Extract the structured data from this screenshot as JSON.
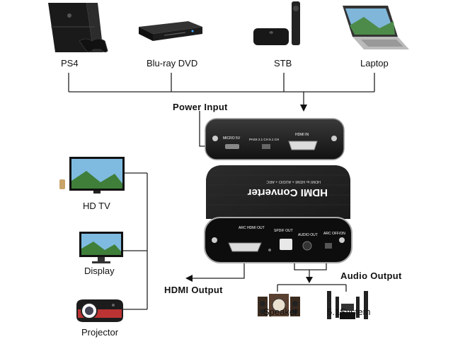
{
  "sources": [
    "PS4",
    "Blu-ray DVD",
    "STB",
    "Laptop"
  ],
  "power_input": "Power Input",
  "back_panel": {
    "micro": "MICRO 5V",
    "pass": "PASS 2.1 CH 5.1 CH",
    "hdmi_in": "HDMI IN"
  },
  "front_panel": {
    "title": "HDMI Converter",
    "subtitle": "HDMI to HDMI + AUDIO + ARC",
    "arc_hdmi_out": "ARC\nHDMI OUT",
    "spdif_out": "SPDIF OUT",
    "audio_out": "AUDIO OUT",
    "arc_onoff": "ARC\nOFF/ON"
  },
  "displays": [
    "HD TV",
    "Display",
    "Projector"
  ],
  "hdmi_output": "HDMI Output",
  "audio_output": "Audio Output",
  "audio_devices": [
    "Speaker",
    "5.1System"
  ]
}
